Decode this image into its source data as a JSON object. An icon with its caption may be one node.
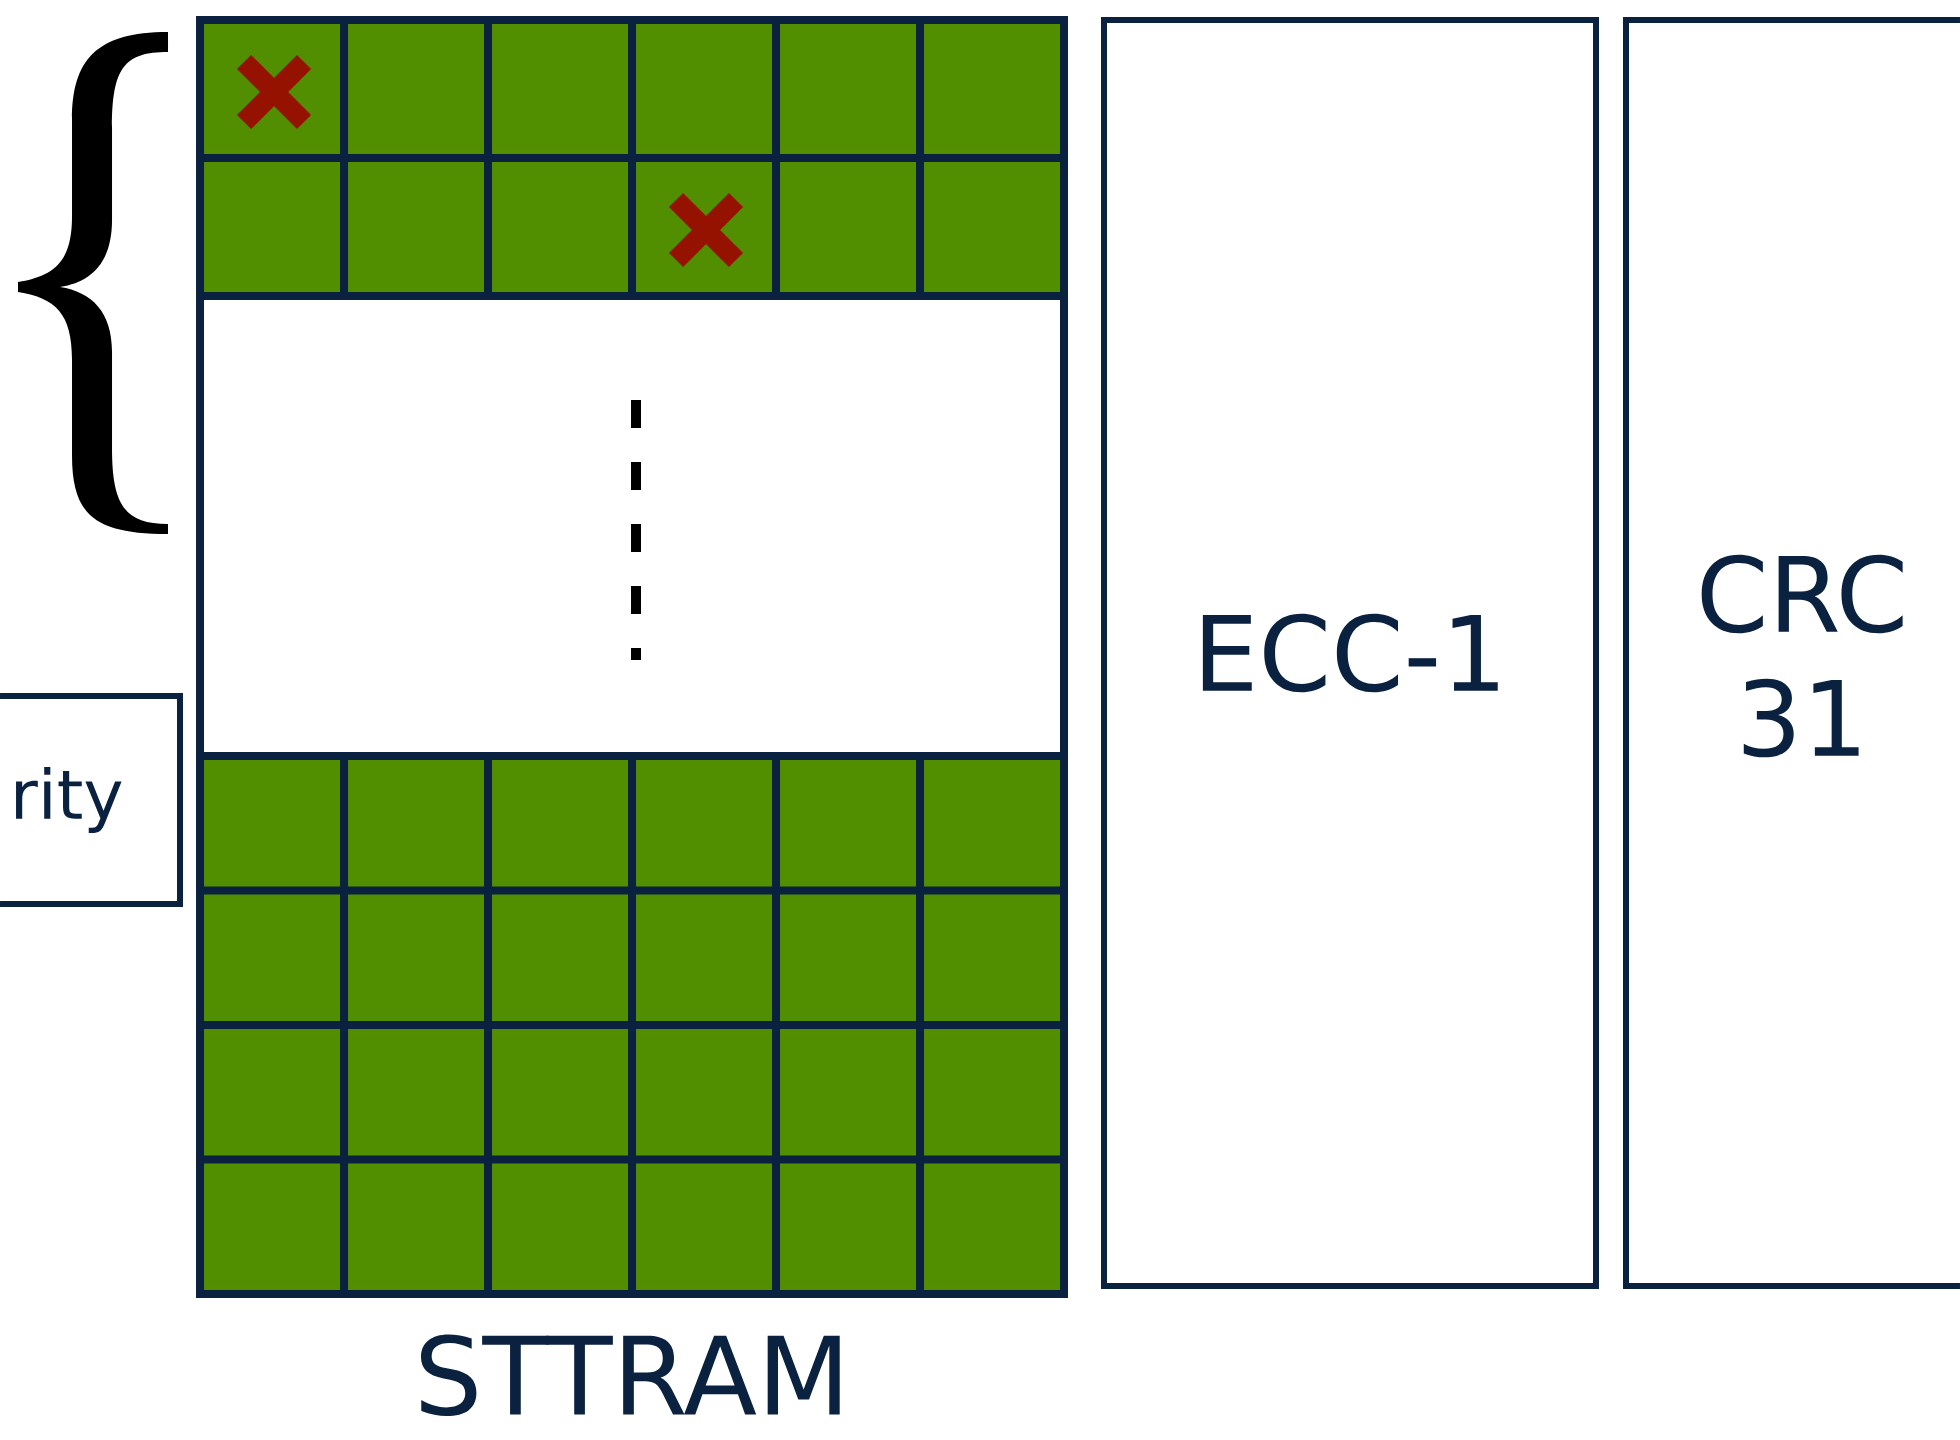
{
  "diagram": {
    "nodes": [
      {
        "text": [
          "rity"
        ]
      },
      {
        "text": [
          "STTRAM"
        ]
      },
      {
        "text": [
          "ECC-1"
        ]
      },
      {
        "text": [
          "CRC 31"
        ]
      }
    ]
  }
}
